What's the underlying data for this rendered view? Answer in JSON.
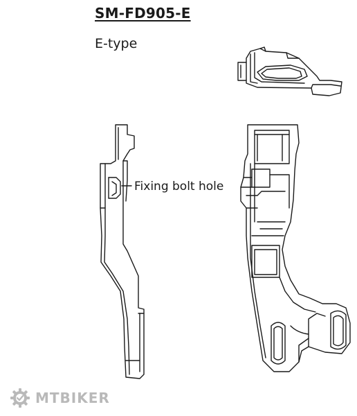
{
  "diagram": {
    "title": "SM-FD905-E",
    "subtitle": "E-type",
    "callout_label": "Fixing bolt hole"
  },
  "watermark": {
    "text": "MTBIKER",
    "icon": "gear-icon",
    "color": "#b9b9b9"
  },
  "colors": {
    "line": "#1a1a1a",
    "background": "#ffffff"
  }
}
